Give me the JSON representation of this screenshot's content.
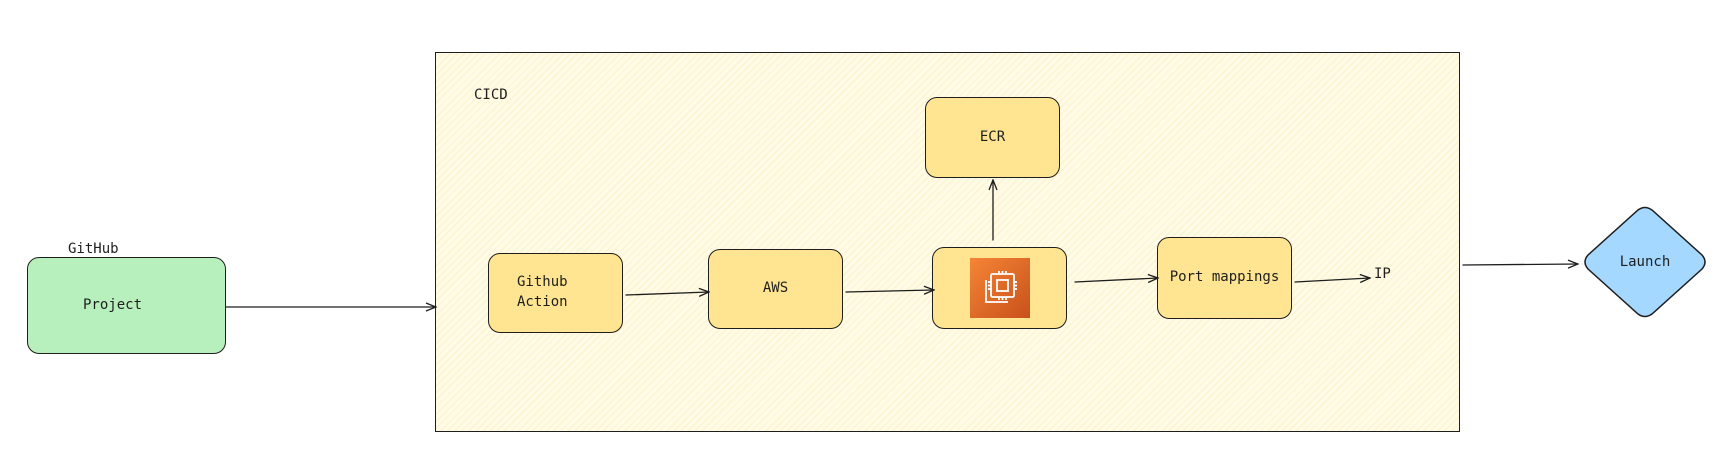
{
  "diagram": {
    "frame": {
      "label": "CICD"
    },
    "group": {
      "label": "GitHub"
    },
    "nodes": {
      "project": "Project",
      "github_action": "Github\nAction",
      "aws": "AWS",
      "ec2": {
        "icon": "aws-ec2-icon"
      },
      "ecr": "ECR",
      "port_mappings": "Port mappings",
      "ip": "IP",
      "launch": "Launch"
    },
    "colors": {
      "frame_fill": "#fffbe6",
      "node_yellow": "#ffe591",
      "node_green": "#b8f0bd",
      "launch_blue": "#a5d8ff",
      "ec2_orange": "#e8742a",
      "stroke": "#1e1e1e"
    },
    "edges": [
      {
        "from": "Project",
        "to": "CICD"
      },
      {
        "from": "Github Action",
        "to": "AWS"
      },
      {
        "from": "AWS",
        "to": "EC2"
      },
      {
        "from": "EC2",
        "to": "ECR"
      },
      {
        "from": "EC2",
        "to": "Port mappings"
      },
      {
        "from": "Port mappings",
        "to": "IP"
      },
      {
        "from": "CICD",
        "to": "Launch"
      }
    ]
  }
}
